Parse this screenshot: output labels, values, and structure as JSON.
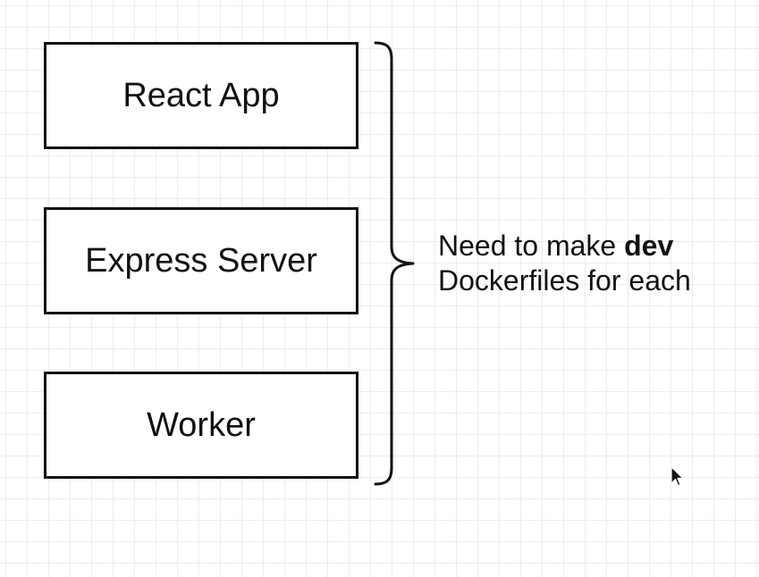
{
  "boxes": [
    {
      "label": "React App"
    },
    {
      "label": "Express Server"
    },
    {
      "label": "Worker"
    }
  ],
  "note": {
    "line1_prefix": "Need to make",
    "line1_bold": "dev",
    "line2": "Dockerfiles for each"
  },
  "colors": {
    "stroke": "#111111",
    "grid": "#ececec",
    "background": "#ffffff"
  }
}
